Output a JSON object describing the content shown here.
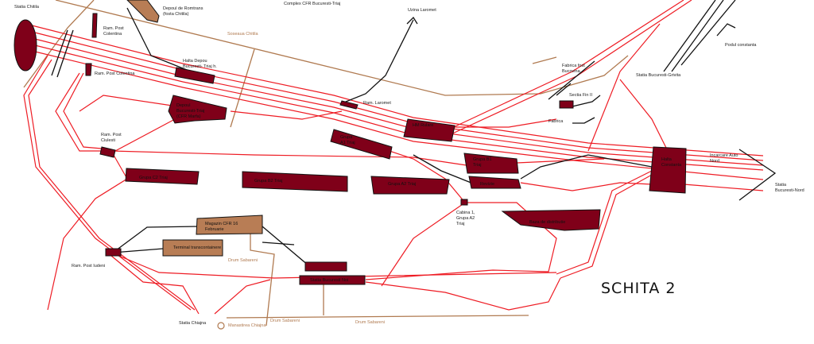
{
  "title": "SCHITA 2",
  "colors": {
    "track": "#ee1c24",
    "building": "#7f0019",
    "road": "#b07a50",
    "brown_building": "#b87d55"
  },
  "labels": {
    "statia_chitila": "Statia Chitila",
    "depou_romtrans": [
      "Depoul de Romtrans",
      "(fosta Chitila)"
    ],
    "ram_colentina_1": [
      "Ram. Post",
      "Colentina"
    ],
    "ram_colentina_2": "Ram. Post Colentina",
    "soseaua_chitila": "Soseaua Chitila",
    "halta_depou": [
      "Halta Depou",
      "Bucuresti- Triaj h."
    ],
    "complex_cfr": "Complex CFR Bucuresti-Triaj",
    "uzina_laromet": "Uzina Laromet",
    "ram_laromet": "Ram. Laromet",
    "fabrica_bucovina": [
      "Fabrica fost",
      "Bucovina"
    ],
    "sectia_fin": "Sectia Fin II",
    "fabrica": "Fabrica",
    "statia_grivita": "Statia Bucuresti-Grivita",
    "podul_constanta": "Podul constanta",
    "depoul_triaj": [
      "Depoul",
      "Bucuresti-Triaj",
      "(CFR Marfa)"
    ],
    "ram_ciulesti": [
      "Ram. Post",
      "Ciulesti"
    ],
    "grupa_a1": [
      "Grupa",
      "A1 Triaj"
    ],
    "hm_rulare": "HM Rulare",
    "grupa_b1": [
      "Grupa B1",
      "Triaj"
    ],
    "revizie": "Revizie",
    "grupa_c2": "Grupa C2 Triaj",
    "grupa_b2": "Grupa B2 Triaj",
    "grupa_a2": "Grupa A2 Triaj",
    "cabina_1": [
      "Cabina 1,",
      "Grupa A2",
      "Triaj"
    ],
    "baza_distributie": "Baza de distributie",
    "halta_constanta": [
      "Halta",
      "Constanta"
    ],
    "incarcare_auto": [
      "Incarcare Auto",
      "Nord"
    ],
    "statia_nord": [
      "Statia",
      "Bucuresti-Nord"
    ],
    "magazin_cfr": [
      "Magazin CFR 16",
      "Februarie"
    ],
    "terminal": "Terminal transcontainere",
    "drum_sabareni_1": "Drum Sabareni",
    "ram_iudeni": "Ram. Post Iudeni",
    "statia_bucuresti_noi": "Statia Bucuresti Noi",
    "statia_chiajna": "Statia Chiajna",
    "manastirea_chiajna": "Manastirea Chiajna",
    "drum_sabareni_2": "Drum Sabareni",
    "drum_sabareni_3": "Drum Sabareni"
  }
}
